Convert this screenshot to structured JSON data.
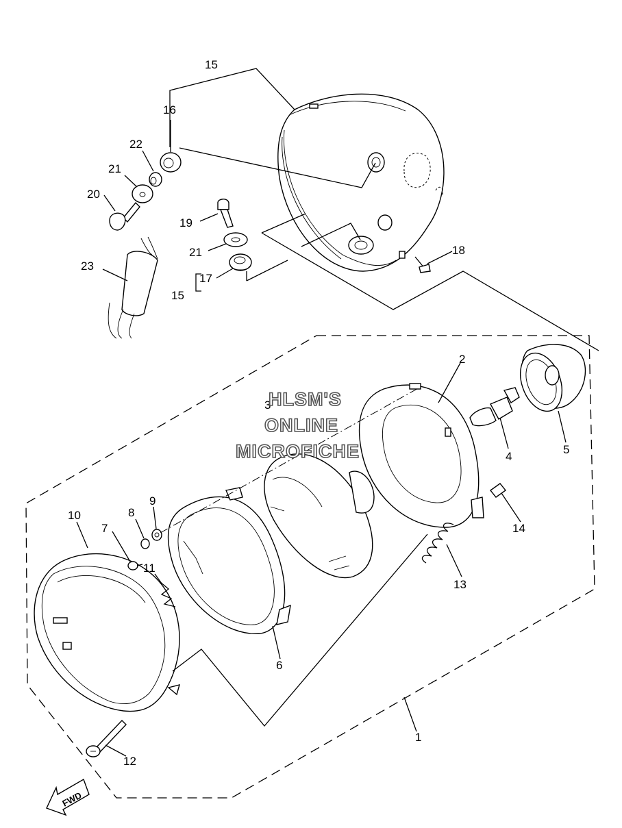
{
  "callouts": {
    "c1": "1",
    "c2": "2",
    "c3": "3",
    "c4": "4",
    "c5": "5",
    "c6": "6",
    "c7": "7",
    "c8": "8",
    "c9": "9",
    "c10": "10",
    "c11": "11",
    "c12": "12",
    "c13": "13",
    "c14": "14",
    "c15a": "15",
    "c15b": "15",
    "c16": "16",
    "c17": "17",
    "c18": "18",
    "c19": "19",
    "c20": "20",
    "c21a": "21",
    "c21b": "21",
    "c22": "22",
    "c23": "23"
  },
  "watermark": {
    "line1": "HLSM'S",
    "line2": "ONLINE",
    "line3": "MICROFICHE"
  },
  "direction_arrow": {
    "label": "FWD"
  }
}
